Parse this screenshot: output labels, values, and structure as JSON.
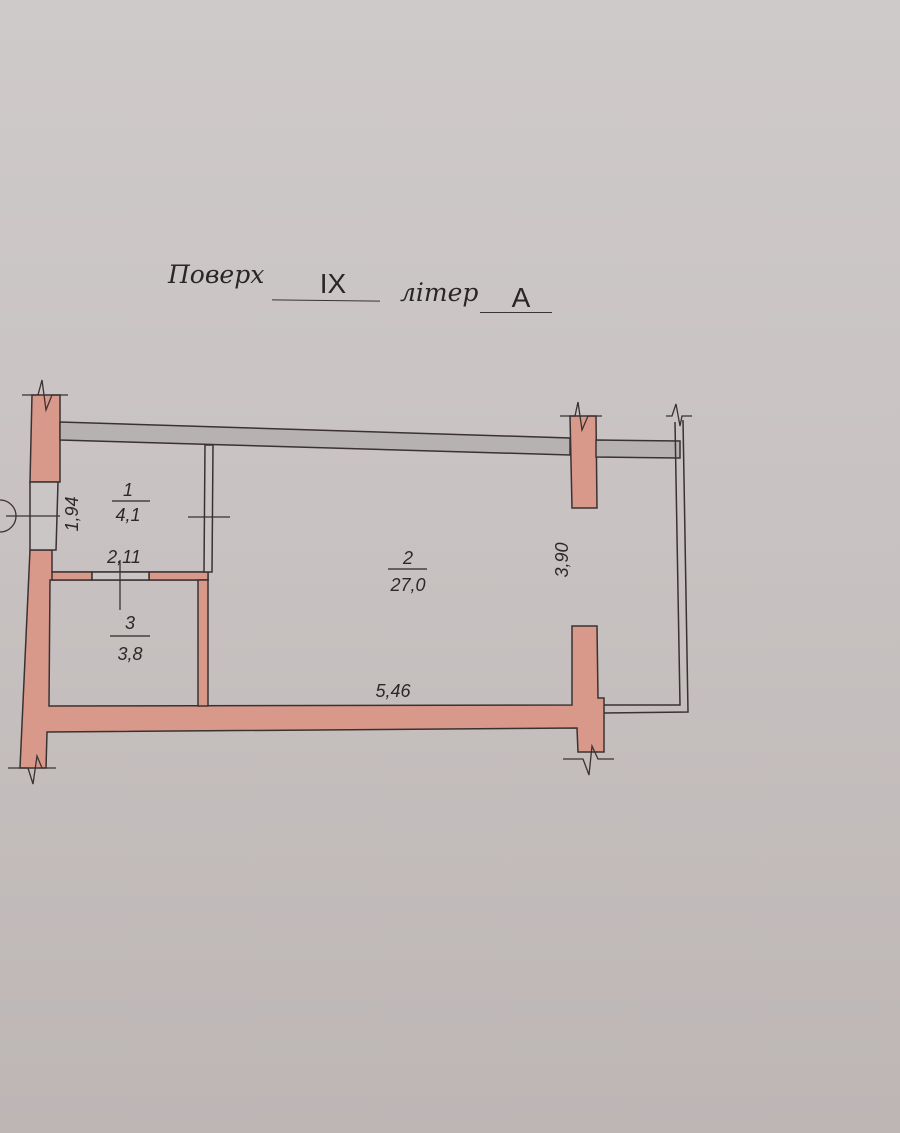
{
  "header": {
    "floor_label": "Поверх",
    "floor_value": "IX",
    "letter_label": "літер",
    "letter_value": "A"
  },
  "rooms": [
    {
      "number": "1",
      "area": "4,1"
    },
    {
      "number": "2",
      "area": "27,0"
    },
    {
      "number": "3",
      "area": "3,8"
    }
  ],
  "dimensions": {
    "room1_height": "1,94",
    "room1_width": "2,11",
    "room2_width": "5,46",
    "room2_height": "3,90"
  },
  "colors": {
    "paper": "#c9c4c4",
    "wall_fill": "#d9998a",
    "partition_fill": "#b7b2b2",
    "line": "#3a3232"
  }
}
